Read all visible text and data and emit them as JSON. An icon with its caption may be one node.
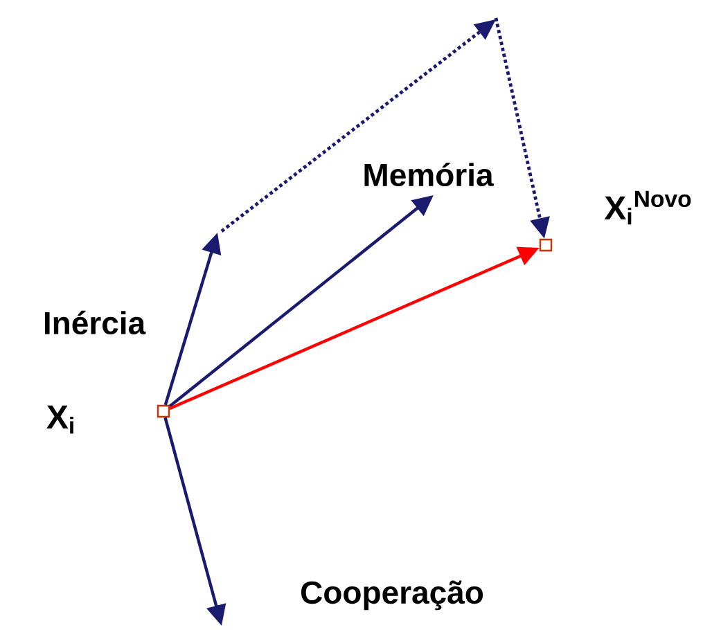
{
  "diagram": {
    "nodes": [
      {
        "text": [],
        "shape": "box",
        "beside": [
          "X$_{i}$"
        ]
      },
      {
        "text": [],
        "shape": "box",
        "beside": [
          "X$_{i}$$^{Novo}$"
        ]
      }
    ],
    "edges": [
      {
        "from": 0,
        "to": null,
        "arrow": "to",
        "label": "Inércia"
      },
      {
        "from": 0,
        "to": null,
        "arrow": "to",
        "label": "Memória"
      },
      {
        "from": 0,
        "to": 1,
        "arrow": "to",
        "color": "#ff0000"
      },
      {
        "from": 0,
        "to": null,
        "arrow": "to",
        "label": "Cooperação"
      },
      {
        "from": null,
        "to": 1,
        "arrow": "to",
        "style": "dashed"
      }
    ]
  }
}
